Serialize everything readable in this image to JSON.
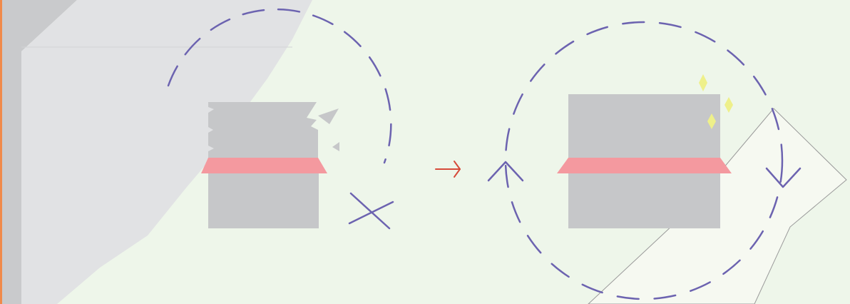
{
  "colors": {
    "background": "#eef6ea",
    "left_margin_strip": "#f08a4b",
    "panel_fill": "#e1e2e4",
    "panel_shadow": "#c9cacc",
    "block_fill": "#c6c7c9",
    "band_fill": "#f4999f",
    "dashed_stroke": "#6c63b0",
    "arrow_stroke": "#d64a3a",
    "sparkle_fill": "#eef08a",
    "pale_panel_fill": "#f6f9f1",
    "pale_panel_stroke": "#9a9a9a"
  },
  "diagram": {
    "text_labels": [],
    "left_state": {
      "block": "broken-block",
      "band": "pink-band",
      "loop": "open-dashed-loop",
      "marker": "cross-mark-icon",
      "fragments": "debris-fragments"
    },
    "transition": "right-arrow-icon",
    "right_state": {
      "block": "intact-block",
      "band": "pink-band",
      "loop": "closed-dashed-loop",
      "markers": [
        "up-chevron-icon",
        "down-chevron-icon"
      ],
      "accents": "sparkle-icons"
    }
  }
}
